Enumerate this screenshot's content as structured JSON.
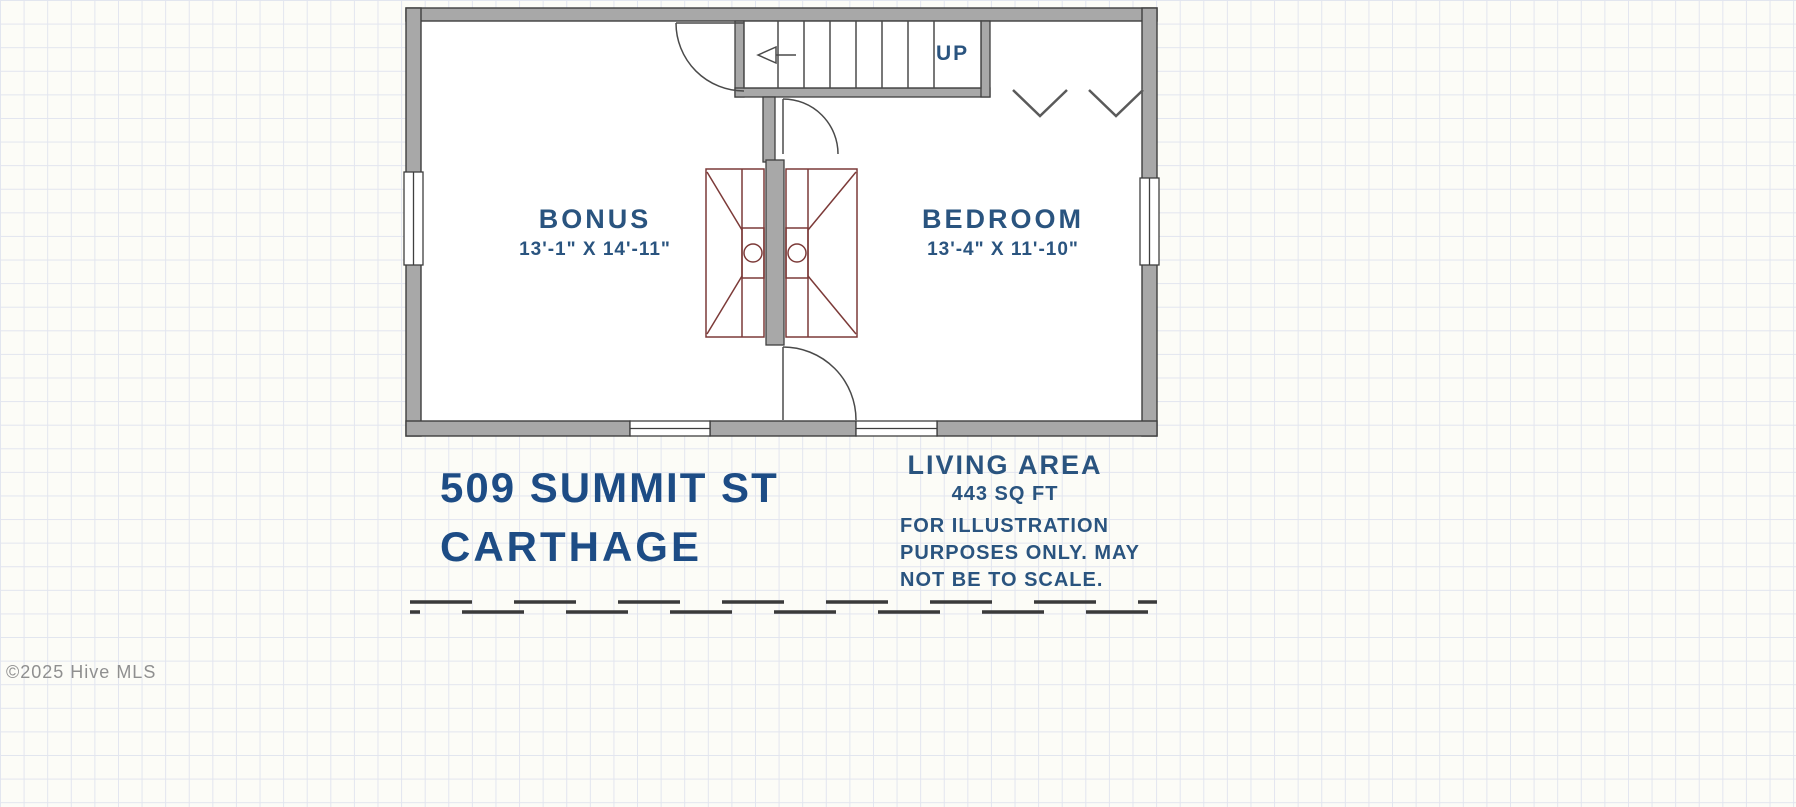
{
  "watermark": "©2025 Hive MLS",
  "floor_plan": {
    "stairs_label": "UP",
    "rooms": {
      "bonus": {
        "name": "BONUS",
        "dimensions": "13'-1\" X 14'-11\""
      },
      "bedroom": {
        "name": "BEDROOM",
        "dimensions": "13'-4\" X 11'-10\""
      }
    }
  },
  "address": {
    "line1": "509 SUMMIT ST",
    "line2": "CARTHAGE"
  },
  "living_area": {
    "label": "LIVING AREA",
    "value": "443 SQ FT"
  },
  "disclaimer": {
    "line1": "FOR ILLUSTRATION",
    "line2": "PURPOSES ONLY. MAY",
    "line3": "NOT BE TO SCALE."
  },
  "colors": {
    "label_blue": "#2a547f",
    "address_blue": "#1d4c85",
    "wall_gray": "#a8a8a8",
    "wall_edge": "#3f3f3f",
    "closet_red": "#7c3a38",
    "grid_line": "#e2e5ef",
    "paper": "#fcfcf7",
    "watermark_gray": "#8f8f8f"
  }
}
